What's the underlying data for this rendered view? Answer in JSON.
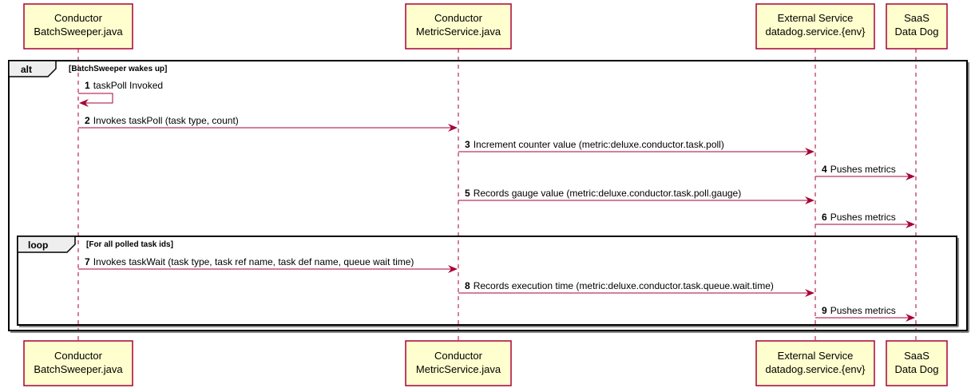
{
  "participants": [
    {
      "id": "batch",
      "line1": "Conductor",
      "line2": "BatchSweeper.java"
    },
    {
      "id": "metric",
      "line1": "Conductor",
      "line2": "MetricService.java"
    },
    {
      "id": "ext",
      "line1": "External Service",
      "line2": "datadog.service.{env}"
    },
    {
      "id": "saas",
      "line1": "SaaS",
      "line2": "Data Dog"
    }
  ],
  "fragments": [
    {
      "id": "alt",
      "keyword": "alt",
      "condition": "[BatchSweeper wakes up]"
    },
    {
      "id": "loop",
      "keyword": "loop",
      "condition": "[For all polled task ids]"
    }
  ],
  "messages": [
    {
      "num": "1",
      "text": "taskPoll Invoked",
      "from": "batch",
      "to": "batch"
    },
    {
      "num": "2",
      "text": "Invokes taskPoll (task type, count)",
      "from": "batch",
      "to": "metric"
    },
    {
      "num": "3",
      "text": "Increment counter value (metric:deluxe.conductor.task.poll)",
      "from": "metric",
      "to": "ext"
    },
    {
      "num": "4",
      "text": "Pushes metrics",
      "from": "ext",
      "to": "saas"
    },
    {
      "num": "5",
      "text": "Records gauge value (metric:deluxe.conductor.task.poll.gauge)",
      "from": "metric",
      "to": "ext"
    },
    {
      "num": "6",
      "text": "Pushes metrics",
      "from": "ext",
      "to": "saas"
    },
    {
      "num": "7",
      "text": "Invokes taskWait (task type, task ref name, task def name, queue wait time)",
      "from": "batch",
      "to": "metric"
    },
    {
      "num": "8",
      "text": "Records execution time (metric:deluxe.conductor.task.queue.wait.time)",
      "from": "metric",
      "to": "ext"
    },
    {
      "num": "9",
      "text": "Pushes metrics",
      "from": "ext",
      "to": "saas"
    }
  ],
  "colors": {
    "participant_fill": "#FEFECE",
    "participant_border": "#A80036",
    "arrow": "#A80036",
    "lifeline": "#A80036",
    "frame_border": "#000000",
    "frame_tab_fill": "#EEEEEE"
  }
}
